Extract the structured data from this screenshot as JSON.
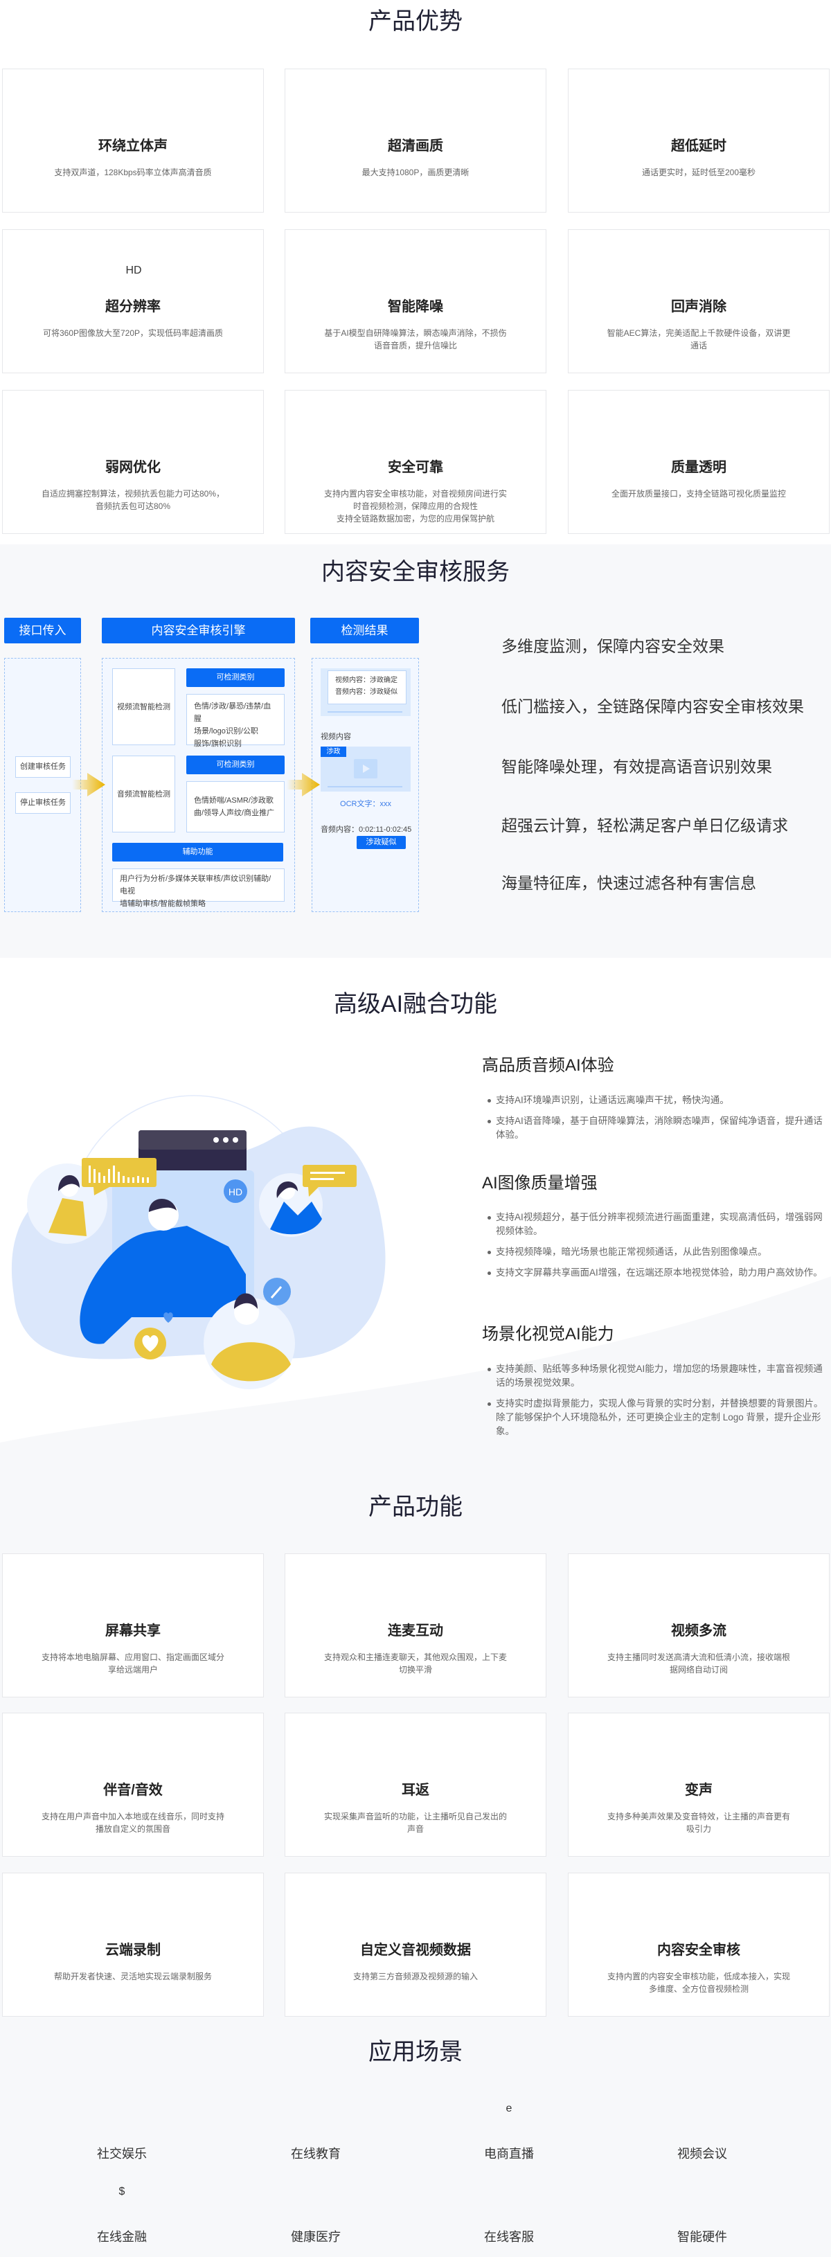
{
  "colors": {
    "accent": "#0a6cf5",
    "highlight": "#ebb400",
    "bg_gray": "#f7f8fa"
  },
  "advantages": {
    "title": "产品优势",
    "items": [
      {
        "icon": "surround-sound",
        "title": "环绕立体声",
        "desc": [
          "支持双声道，128Kbps码率立体声高清音质"
        ]
      },
      {
        "icon": "focus-frame",
        "title": "超清画质",
        "desc": [
          "最大支持1080P，画质更清晰"
        ]
      },
      {
        "icon": "clock",
        "title": "超低延时",
        "desc": [
          "通话更实时，延时低至200毫秒"
        ]
      },
      {
        "icon": "hd-monitor",
        "title": "超分辨率",
        "desc": [
          "可将360P图像放大至720P，实现低码率超清画质"
        ]
      },
      {
        "icon": "waveform",
        "title": "智能降噪",
        "desc": [
          "基于AI模型自研降噪算法，瞬态噪声消除，不损伤",
          "语音音质，提升信噪比"
        ]
      },
      {
        "icon": "minus-circle",
        "title": "回声消除",
        "desc": [
          "智能AEC算法，完美适配上千款硬件设备，双讲更",
          "通话"
        ]
      },
      {
        "icon": "globe",
        "title": "弱网优化",
        "desc": [
          "自适应拥塞控制算法，视频抗丢包能力可达80%，",
          "音频抗丢包可达80%"
        ]
      },
      {
        "icon": "shield-plus",
        "title": "安全可靠",
        "desc": [
          "支持内置内容安全审核功能，对音视频房间进行实",
          "时音视频检测，保障应用的合规性",
          "支持全链路数据加密，为您的应用保驾护航"
        ]
      },
      {
        "icon": "cube",
        "title": "质量透明",
        "desc": [
          "全面开放质量接口，支持全链路可视化质量监控"
        ]
      }
    ]
  },
  "moderation": {
    "title": "内容安全审核服务",
    "diagram": {
      "col1": "接口传入",
      "col2": "内容安全审核引擎",
      "col3": "检测结果",
      "create_task": "创建审核任务",
      "stop_task": "停止审核任务",
      "video_detect": "视频流智能检测",
      "audio_detect": "音频流智能检测",
      "category_header": "可检测类别",
      "video_categories": [
        "色情/涉政/暴恐/违禁/血腥",
        "场景/logo识别/公职",
        "服饰/旗帜识别"
      ],
      "audio_categories": [
        "色情娇喘/ASMR/涉政歌",
        "曲/领导人声纹/商业推广"
      ],
      "aux_header": "辅助功能",
      "aux_content": [
        "用户行为分析/多媒体关联审核/声纹识别辅助/电视",
        "墙辅助审核/智能截帧策略"
      ],
      "result_video": "视频内容：涉政确定",
      "result_audio": "音频内容：涉政疑似",
      "video_label": "视频内容",
      "video_tag": "涉政",
      "ocr": "OCR文字：xxx",
      "audio_time": "音频内容：0:02:11-0:02:45",
      "audio_tag": "涉政疑似"
    },
    "features": [
      {
        "icon": "monitor-chart",
        "text": "多维度监测，保障内容安全效果"
      },
      {
        "icon": "bar-chart-arrow",
        "text": "低门槛接入，全链路保障内容安全审核效果"
      },
      {
        "icon": "waveform",
        "text": "智能降噪处理，有效提高语音识别效果"
      },
      {
        "icon": "cloud-gear",
        "text": "超强云计算，轻松满足客户单日亿级请求"
      },
      {
        "icon": "satellite",
        "text": "海量特征库，快速过滤各种有害信息"
      }
    ]
  },
  "ai": {
    "title": "高级AI融合功能",
    "illustration": {
      "badge": "HD"
    },
    "groups": [
      {
        "icon": "audio-search",
        "title": "高品质音频AI体验",
        "bullets": [
          "支持AI环境噪声识别，让通话远离噪声干扰，畅快沟通。",
          "支持AI语音降噪，基于自研降噪算法，消除瞬态噪声，保留纯净语音，提升通话体验。"
        ]
      },
      {
        "icon": "image-frame",
        "title": "AI图像质量增强",
        "bullets": [
          "支持AI视频超分，基于低分辨率视频流进行画面重建，实现高清低码，增强弱网视频体验。",
          "支持视频降噪，暗光场景也能正常视频通话，从此告别图像噪点。",
          "支持文字屏幕共享画面AI增强，在远端还原本地视觉体验，助力用户高效协作。"
        ]
      },
      {
        "icon": "eye-frame",
        "title": "场景化视觉AI能力",
        "bullets": [
          "支持美颜、贴纸等多种场景化视觉AI能力，增加您的场景趣味性，丰富音视频通话的场景视觉效果。",
          "支持实时虚拟背景能力，实现人像与背景的实时分割，并替换想要的背景图片。除了能够保护个人环境隐私外，还可更换企业主的定制 Logo 背景，提升企业形象。"
        ]
      }
    ]
  },
  "functions": {
    "title": "产品功能",
    "items": [
      {
        "icon": "screen-share",
        "title": "屏幕共享",
        "desc": [
          "支持将本地电脑屏幕、应用窗口、指定画面区域分",
          "享给远端用户"
        ]
      },
      {
        "icon": "co-host",
        "title": "连麦互动",
        "desc": [
          "支持观众和主播连麦聊天，其他观众围观，上下麦",
          "切换平滑"
        ]
      },
      {
        "icon": "multi-stream",
        "title": "视频多流",
        "desc": [
          "支持主播同时发送高清大流和低清小流，接收端根",
          "据网络自动订阅"
        ]
      },
      {
        "icon": "accompaniment",
        "title": "伴音/音效",
        "desc": [
          "支持在用户声音中加入本地或在线音乐，同时支持",
          "播放自定义的氛围音"
        ]
      },
      {
        "icon": "headphones",
        "title": "耳返",
        "desc": [
          "实现采集声音监听的功能，让主播听见自己发出的",
          "声音"
        ]
      },
      {
        "icon": "voice-change",
        "title": "变声",
        "desc": [
          "支持多种美声效果及变音特效，让主播的声音更有",
          "吸引力"
        ]
      },
      {
        "icon": "cloud-record",
        "title": "云端录制",
        "desc": [
          "帮助开发者快速、灵活地实现云端录制服务"
        ]
      },
      {
        "icon": "custom-data",
        "title": "自定义音视频数据",
        "desc": [
          "支持第三方音频源及视频源的输入"
        ]
      },
      {
        "icon": "content-audit",
        "title": "内容安全审核",
        "desc": [
          "支持内置的内容安全审核功能，低成本接入，实现",
          "多维度、全方位音视频检测"
        ]
      }
    ]
  },
  "scenarios": {
    "title": "应用场景",
    "items": [
      {
        "icon": "microphone",
        "label": "社交娱乐"
      },
      {
        "icon": "presentation-board",
        "label": "在线教育"
      },
      {
        "icon": "shopping-bag",
        "label": "电商直播"
      },
      {
        "icon": "video-meeting",
        "label": "视频会议"
      },
      {
        "icon": "money-bag",
        "label": "在线金融"
      },
      {
        "icon": "medical-kit",
        "label": "健康医疗"
      },
      {
        "icon": "headset",
        "label": "在线客服"
      },
      {
        "icon": "smart-device",
        "label": "智能硬件"
      }
    ]
  }
}
